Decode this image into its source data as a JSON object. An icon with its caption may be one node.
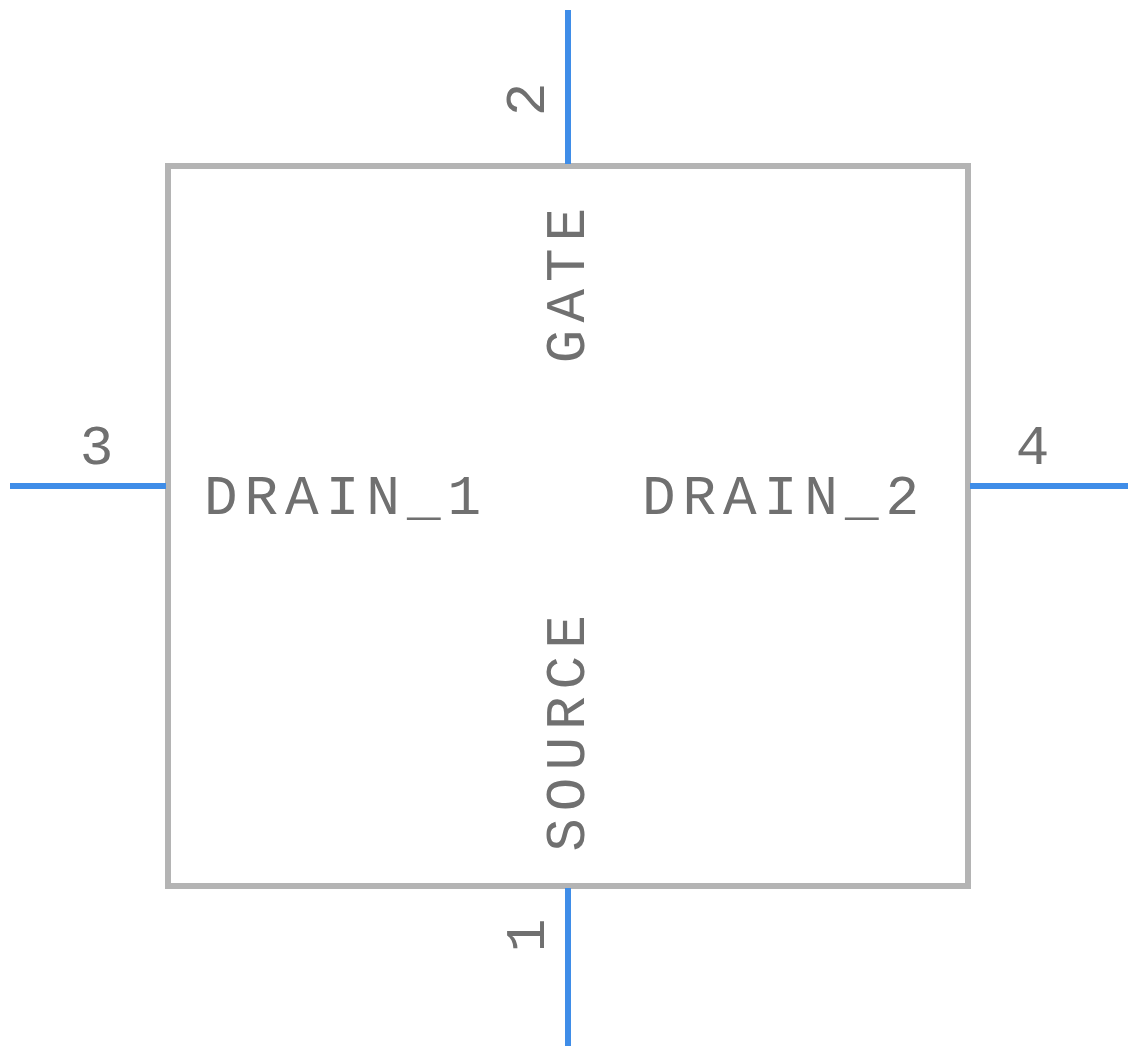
{
  "diagram": {
    "labels": [
      "2",
      "GATE",
      "3",
      "DRAIN_1",
      "DRAIN_2",
      "4",
      "SOURCE",
      "1"
    ]
  }
}
